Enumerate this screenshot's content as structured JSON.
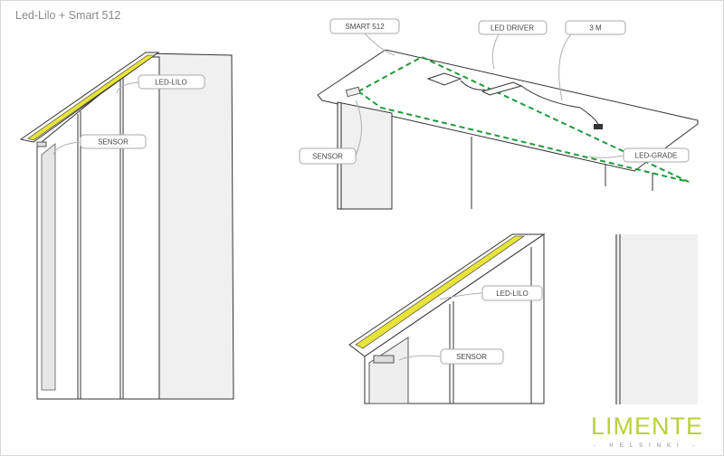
{
  "title": "Led-Lilo + Smart 512",
  "labels": {
    "left_led_lilo": "LED-LILO",
    "left_sensor": "SENSOR",
    "top_smart512": "SMART 512",
    "top_led_driver": "LED DRIVER",
    "top_3m": "3 M",
    "top_sensor": "SENSOR",
    "top_led_grade": "LED-GRADE",
    "bottom_led_lilo": "LED-LILO",
    "bottom_sensor": "SENSOR"
  },
  "logo": {
    "brand": "LIMENTE",
    "sub": "- HELSINKI -"
  },
  "colors": {
    "led": "#e8e33a",
    "grade": "#1e9a3a",
    "brand": "#b7d23a"
  }
}
